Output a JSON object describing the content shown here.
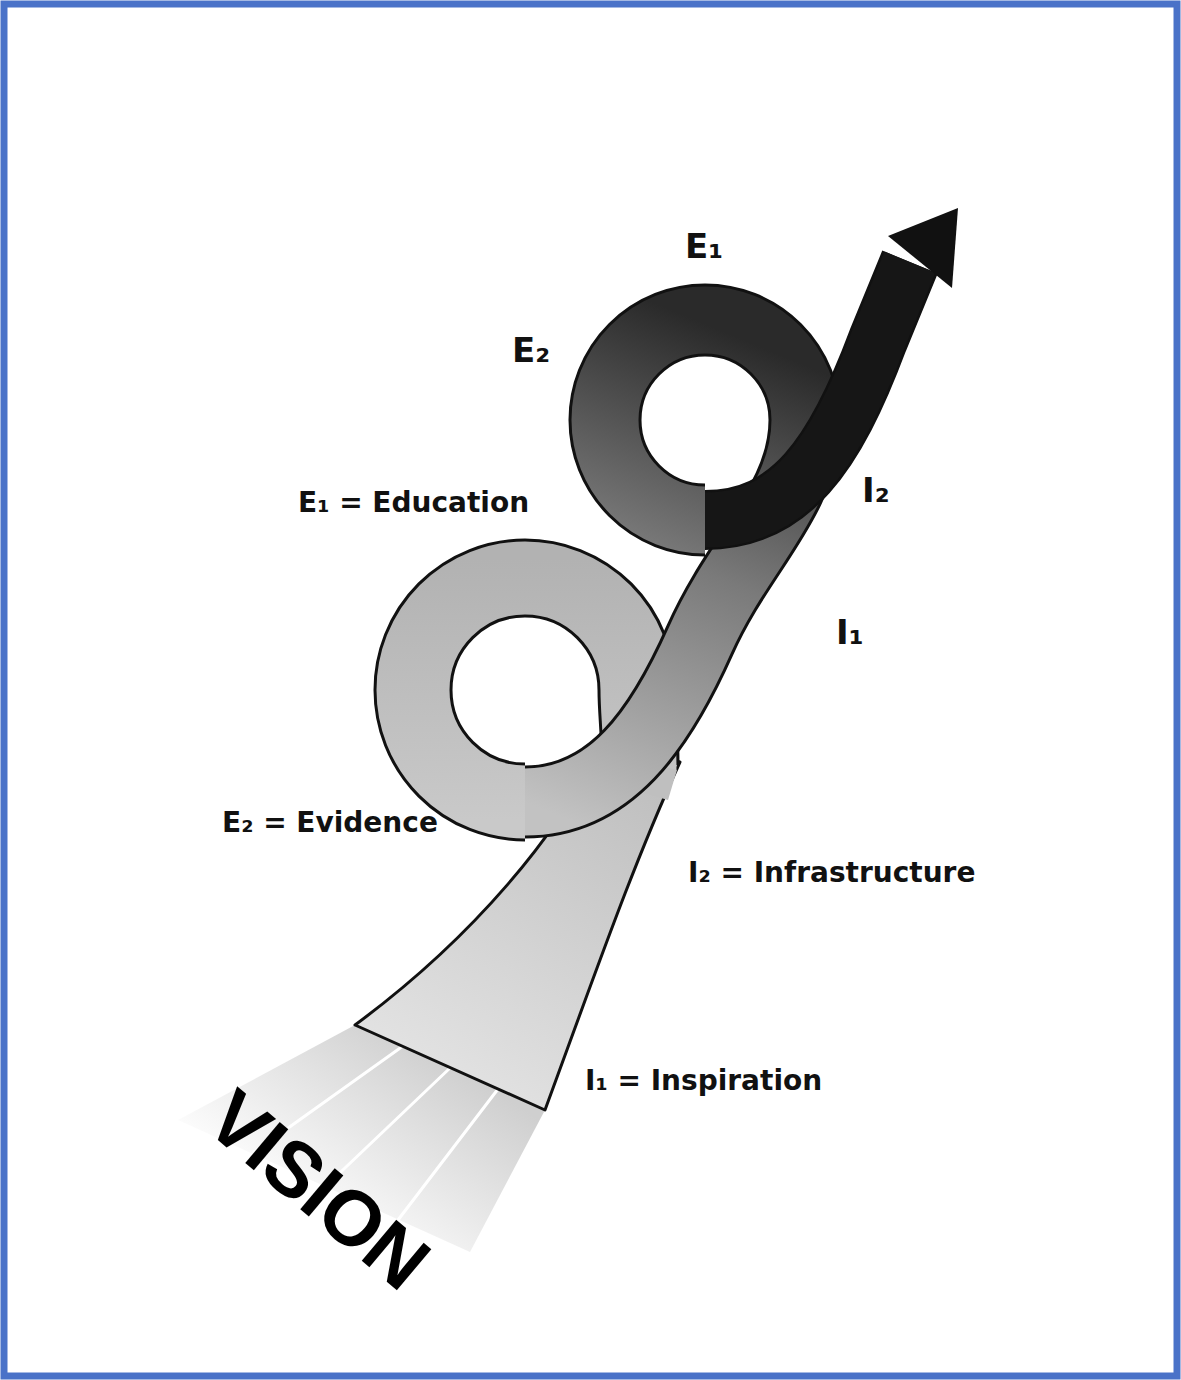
{
  "diagram": {
    "labels": [
      "E₁",
      "E₂",
      "E₁ = Education",
      "I₂",
      "I₁",
      "E₂ = Evidence",
      "I₂ = Infrastructure",
      "I₁ = Inspiration",
      "VISION"
    ]
  }
}
